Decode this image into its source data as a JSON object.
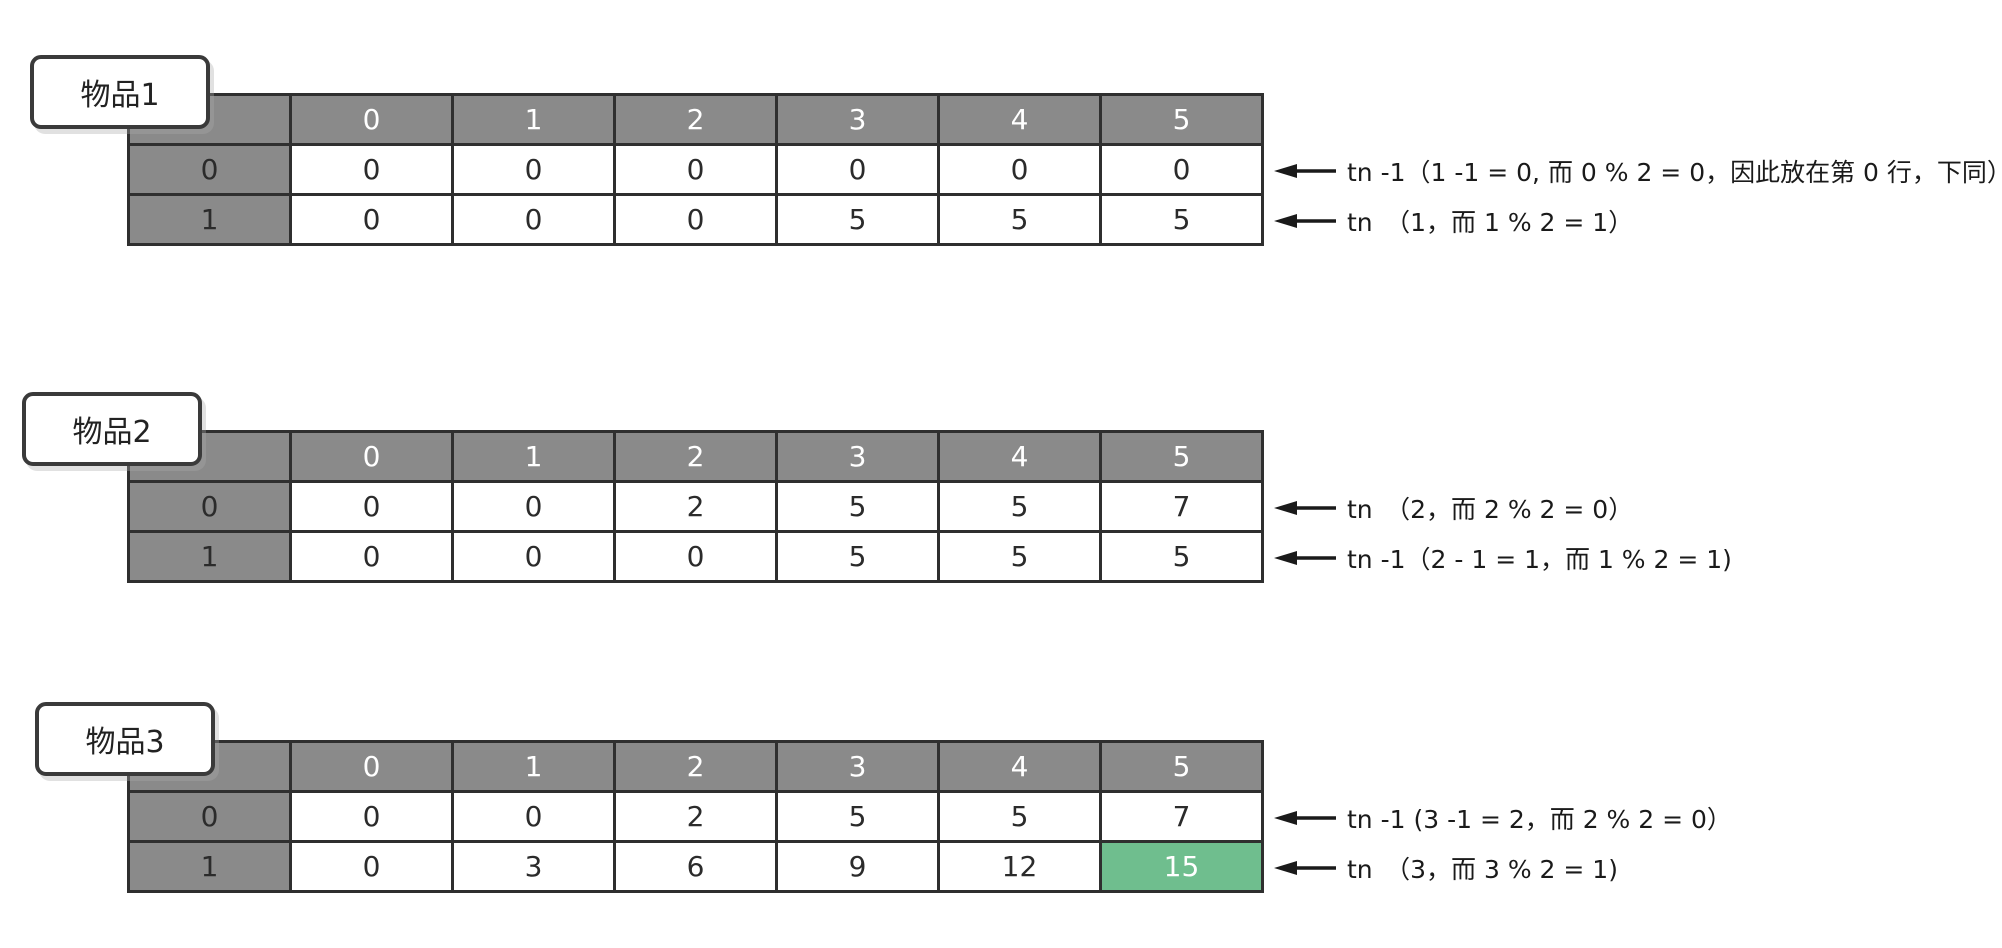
{
  "colors": {
    "header_bg": "#8a8a8a",
    "border_color": "#2f2f2f",
    "highlight_bg": "#6fbe8e",
    "highlight_text": "#ffffff",
    "cell_text": "#2b2b2b",
    "header_text": "#ffffff",
    "page_bg": "#ffffff",
    "annotation_text": "#1a1a1a"
  },
  "tables": [
    {
      "label": "物品1",
      "col_headers": [
        "",
        "0",
        "1",
        "2",
        "3",
        "4",
        "5"
      ],
      "rows": [
        {
          "header": "0",
          "cells": [
            "0",
            "0",
            "0",
            "0",
            "0",
            "0"
          ],
          "annotation": "tn -1（1 -1 = 0, 而 0 % 2 = 0，因此放在第 0 行，下同）"
        },
        {
          "header": "1",
          "cells": [
            "0",
            "0",
            "0",
            "5",
            "5",
            "5"
          ],
          "annotation": "tn　（1，而 1 % 2 = 1）"
        }
      ]
    },
    {
      "label": "物品2",
      "col_headers": [
        "",
        "0",
        "1",
        "2",
        "3",
        "4",
        "5"
      ],
      "rows": [
        {
          "header": "0",
          "cells": [
            "0",
            "0",
            "2",
            "5",
            "5",
            "7"
          ],
          "annotation": "tn　（2，而 2 % 2 = 0）"
        },
        {
          "header": "1",
          "cells": [
            "0",
            "0",
            "0",
            "5",
            "5",
            "5"
          ],
          "annotation": "tn -1（2 - 1 = 1，而 1 % 2 = 1)"
        }
      ]
    },
    {
      "label": "物品3",
      "col_headers": [
        "",
        "0",
        "1",
        "2",
        "3",
        "4",
        "5"
      ],
      "rows": [
        {
          "header": "0",
          "cells": [
            "0",
            "0",
            "2",
            "5",
            "5",
            "7"
          ],
          "annotation": "tn -1 (3 -1 = 2，而 2 % 2 = 0）"
        },
        {
          "header": "1",
          "cells": [
            "0",
            "3",
            "6",
            "9",
            "12",
            "15"
          ],
          "annotation": "tn　（3，而 3 % 2 = 1)"
        }
      ]
    }
  ]
}
